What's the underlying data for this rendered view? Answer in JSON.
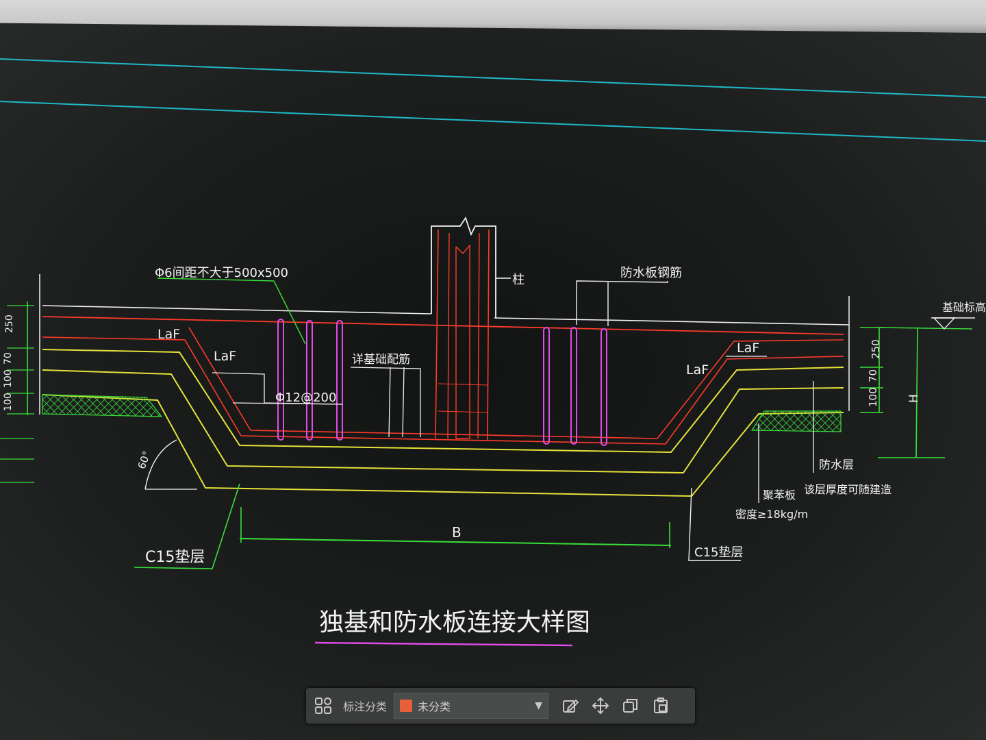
{
  "drawing": {
    "title": "独基和防水板连接大样图",
    "labels": {
      "phi6_spacing": "Φ6间距不大于500x500",
      "column": "柱",
      "waterproof_rebar": "防水板钢筋",
      "foundation_elevation": "基础标高",
      "laf_1": "LaF",
      "laf_2": "LaF",
      "laf_3": "LaF",
      "laf_4": "LaF",
      "detail_rebar": "详基础配筋",
      "phi12": "Φ12@200",
      "angle": "60°",
      "width_b": "B",
      "height_h": "H",
      "c15_left": "C15垫层",
      "c15_right": "C15垫层",
      "waterproof_layer": "防水层",
      "layer_thickness": "该层厚度可随建造",
      "polystyrene": "聚苯板",
      "density": "密度≥18kg/m",
      "dim_250_right": "250",
      "dim_70_right": "70",
      "dim_100_right": "100",
      "dim_250_left": "250",
      "dim_70_left": "70",
      "dim_100_left": "100",
      "dim_100b_left": "100"
    },
    "colors": {
      "cyan": "#1fb8c8",
      "red": "#ff3a2a",
      "yellow": "#e6e23a",
      "magenta": "#e04ce8",
      "green": "#39e03a",
      "white": "#f2f2f2"
    }
  },
  "toolbar": {
    "label": "标注分类",
    "select_value": "未分类",
    "swatch_color": "#e8603a",
    "icons": [
      "grid-icon",
      "edit-icon",
      "move-icon",
      "copy-icon",
      "paste-icon"
    ]
  }
}
